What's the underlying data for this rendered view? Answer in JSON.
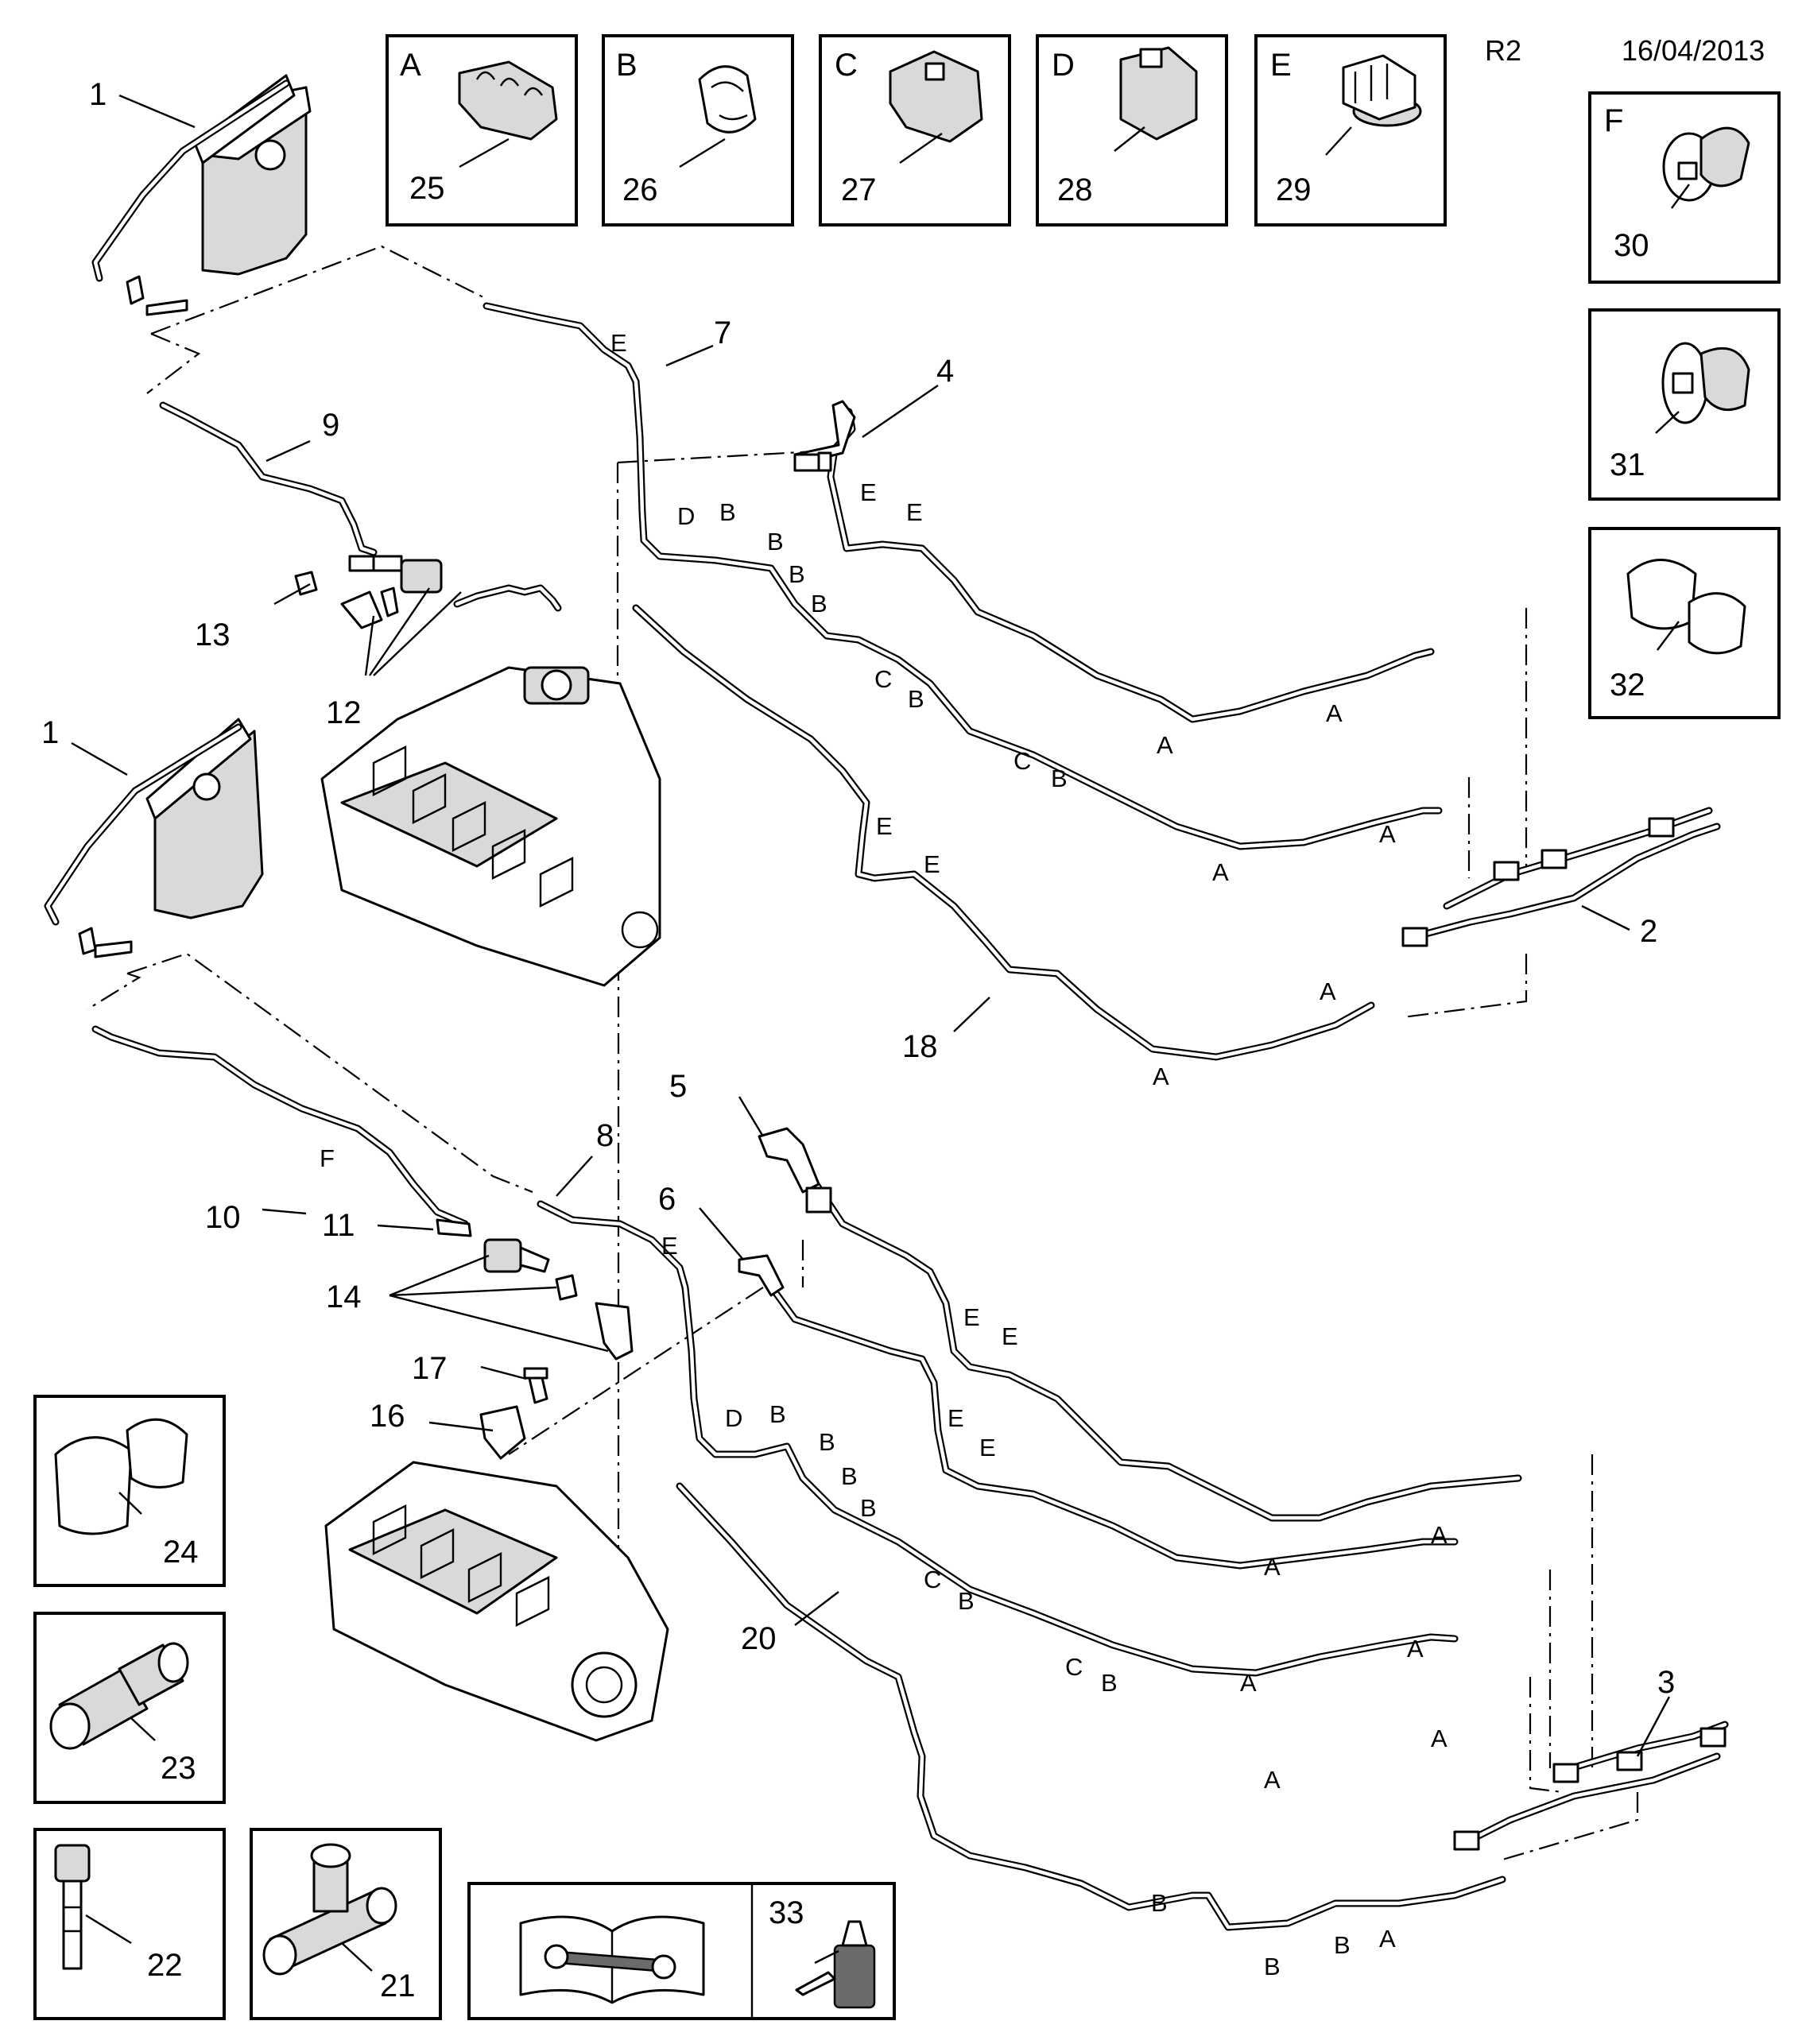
{
  "header": {
    "revision": "R2",
    "date": "16/04/2013"
  },
  "clip_boxes": [
    {
      "letter": "A",
      "number": "25"
    },
    {
      "letter": "B",
      "number": "26"
    },
    {
      "letter": "C",
      "number": "27"
    },
    {
      "letter": "D",
      "number": "28"
    },
    {
      "letter": "E",
      "number": "29"
    },
    {
      "letter": "F",
      "number": "30"
    },
    {
      "number": "31"
    },
    {
      "number": "32"
    }
  ],
  "fitting_boxes": [
    {
      "number": "24"
    },
    {
      "number": "23"
    },
    {
      "number": "22"
    },
    {
      "number": "21"
    }
  ],
  "service_box": {
    "number": "33",
    "icon": "repair-manual-icon",
    "item_icon": "sealant-bottle-icon"
  },
  "callouts": {
    "c1a": "1",
    "c1b": "1",
    "c2": "2",
    "c3": "3",
    "c4": "4",
    "c5": "5",
    "c6": "6",
    "c7": "7",
    "c8": "8",
    "c9": "9",
    "c10": "10",
    "c11": "11",
    "c12": "12",
    "c13": "13",
    "c14": "14",
    "c16": "16",
    "c17": "17",
    "c18": "18",
    "c20": "20"
  },
  "clip_marks": {
    "top_e1": "E",
    "top_e2": "E",
    "top_e3": "E",
    "top_a1": "A",
    "top_a2": "A",
    "top_d": "D",
    "top_b1": "B",
    "top_b2": "B",
    "top_b3": "B",
    "top_b4": "B",
    "top_c1": "C",
    "top_b5": "B",
    "top_c2": "C",
    "top_b6": "B",
    "top_a3": "A",
    "top_a4": "A",
    "t18_e1": "E",
    "t18_e2": "E",
    "t18_a1": "A",
    "t18_a2": "A",
    "t10_f": "F",
    "t8_e": "E",
    "t5_e1": "E",
    "t5_e2": "E",
    "t5_a1": "A",
    "t5_a2": "A",
    "t6_e1": "E",
    "t6_e2": "E",
    "t6_a1": "A",
    "t6_a2": "A",
    "bot_d": "D",
    "bot_b1": "B",
    "bot_b2": "B",
    "bot_b3": "B",
    "bot_b4": "B",
    "bot_c1": "C",
    "bot_b5": "B",
    "bot_c2": "C",
    "bot_b6": "B",
    "bot_a1": "A",
    "bot_a2": "A",
    "t20_b1": "B",
    "t20_b2": "B",
    "t20_b3": "B",
    "t20_a": "A"
  }
}
